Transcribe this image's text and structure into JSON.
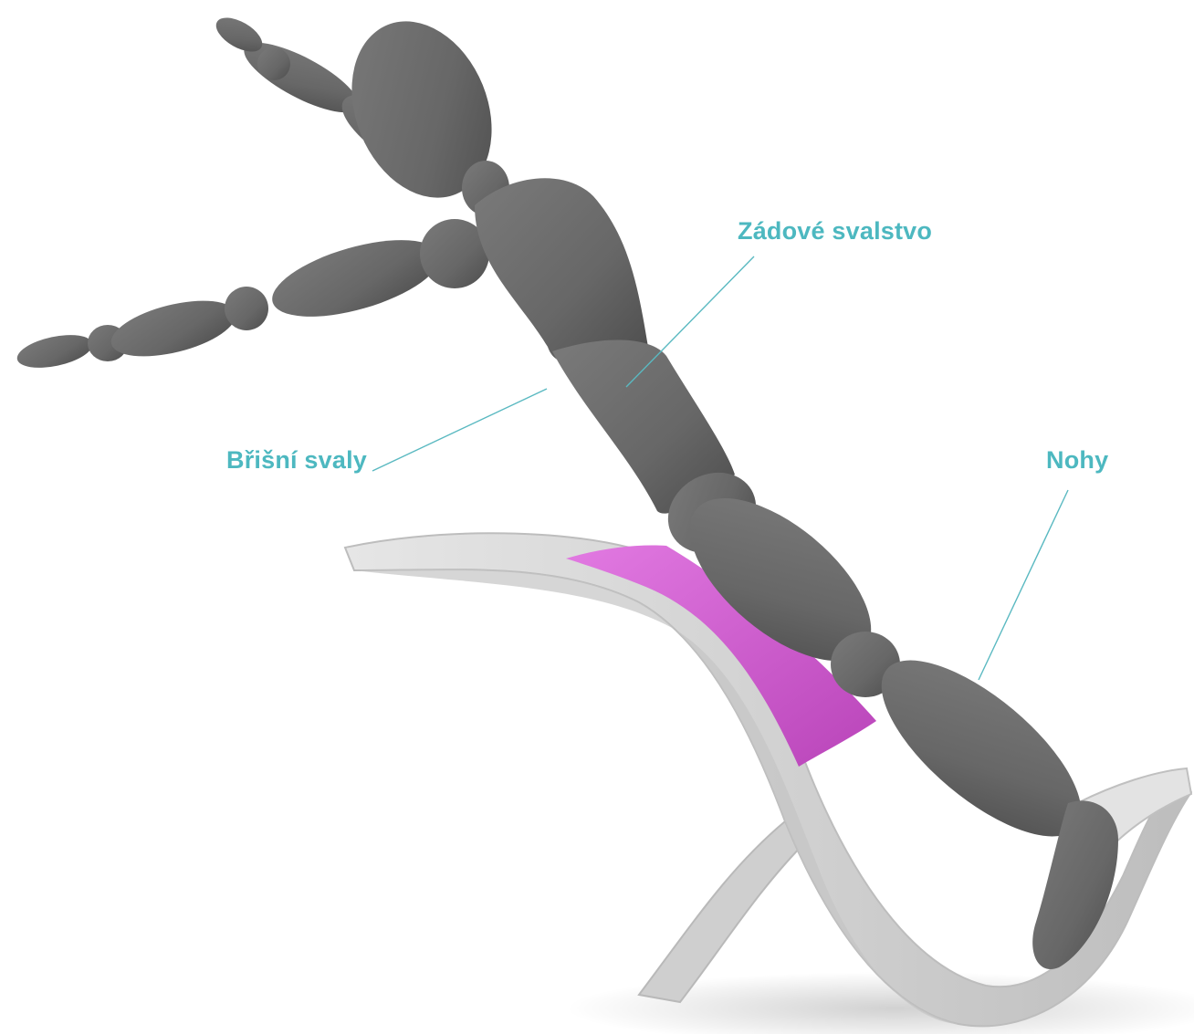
{
  "labels": {
    "back": "Zádové svalstvo",
    "abs": "Břišní svaly",
    "legs": "Nohy"
  },
  "colors": {
    "label_text": "#4db8c0",
    "leader_line": "#5ab9c1",
    "mannequin": "#6b6b6b",
    "mannequin_shadow": "#4f4f4f",
    "device_base": "#d9d9d9",
    "device_edge": "#bdbdbd",
    "pad_highlight": "#cc55cc"
  },
  "figure_parts": [
    "head",
    "neck",
    "chest",
    "left-arm",
    "right-arm",
    "abdomen",
    "pelvis",
    "thigh",
    "knee",
    "shin",
    "foot"
  ]
}
